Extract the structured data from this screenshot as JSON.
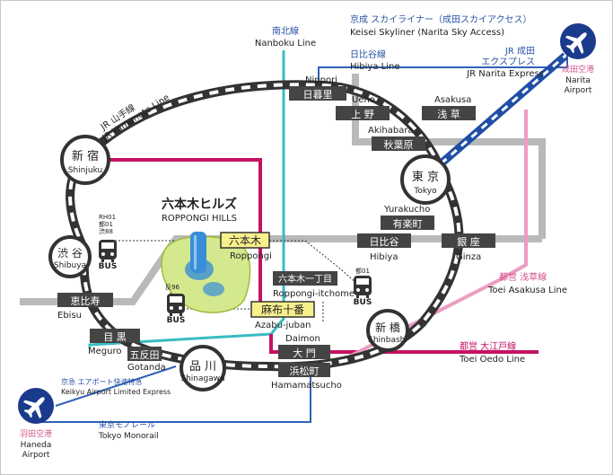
{
  "colors": {
    "frame": "#c8c8c8",
    "jr_ring_outer": "#333333",
    "jr_ring_inner": "#ffffff",
    "gray_line": "#b9b9b9",
    "nanboku": "#3abcc3",
    "keisei": "#2f62b8",
    "narita_express": "#1f4ea6",
    "asakusa": "#ec9cc4",
    "oedo": "#c51163",
    "hibiya_line": "#b9b9b9",
    "bus_route": "#333333",
    "label_blue": "#2a52a6",
    "label_pink": "#d0548a",
    "label_dark": "#222222",
    "hills_green": "#d4e98d",
    "hills_stroke": "#9dbb3a",
    "building_blue": "#3a8dd8",
    "station_box_dark": "#444444",
    "station_box_yellow": "#f7f08c",
    "airport_circle": "#1a3a8c"
  },
  "lines": {
    "jr_yamanote": {
      "ja": "JR 山手線",
      "en": "JR Yamanote Line"
    },
    "nanboku": {
      "ja": "南北線",
      "en": "Nanboku Line"
    },
    "keisei": {
      "ja": "京成 スカイライナー（成田スカイアクセス）",
      "en": "Keisei Skyliner (Narita Sky Access)"
    },
    "hibiya": {
      "ja": "日比谷線",
      "en": "Hibiya Line"
    },
    "narita_express": {
      "ja1": "JR 成田",
      "ja2": "エクスプレス",
      "en": "JR Narita Express"
    },
    "asakusa": {
      "ja": "都営 浅草線",
      "en": "Toei Asakusa Line"
    },
    "oedo": {
      "ja": "都営 大江戸線",
      "en": "Toei Oedo Line"
    },
    "keikyu": {
      "ja": "京急 エアポート快速特急",
      "en": "Keikyu Airport Limited Express"
    },
    "monorail": {
      "ja": "東京モノレール",
      "en": "Tokyo Monorail"
    }
  },
  "stations": {
    "shinjuku": {
      "ja": "新 宿",
      "en": "Shinjuku"
    },
    "shibuya": {
      "ja": "渋 谷",
      "en": "Shibuya"
    },
    "shinagawa": {
      "ja": "品 川",
      "en": "Shinagawa"
    },
    "tokyo": {
      "ja": "東 京",
      "en": "Tokyo"
    },
    "shinbashi": {
      "ja": "新 橋",
      "en": "Shinbashi"
    },
    "nippori": {
      "ja": "日暮里",
      "en": "Nippori"
    },
    "ueno": {
      "ja": "上 野",
      "en": "Ueno"
    },
    "akihabara": {
      "ja": "秋葉原",
      "en": "Akihabara"
    },
    "asakusa": {
      "ja": "浅 草",
      "en": "Asakusa"
    },
    "yurakucho": {
      "ja": "有楽町",
      "en": "Yurakucho"
    },
    "hibiya": {
      "ja": "日比谷",
      "en": "Hibiya"
    },
    "ginza": {
      "ja": "銀 座",
      "en": "Ginza"
    },
    "roppongi": {
      "ja": "六本木",
      "en": "Roppongi"
    },
    "roppongi_itchome": {
      "ja": "六本木一丁目",
      "en": "Roppongi-itchome"
    },
    "azabu_juban": {
      "ja": "麻布十番",
      "en": "Azabu-juban"
    },
    "ebisu": {
      "ja": "恵比寿",
      "en": "Ebisu"
    },
    "meguro": {
      "ja": "目 黒",
      "en": "Meguro"
    },
    "gotanda": {
      "ja": "五反田",
      "en": "Gotanda"
    },
    "daimon": {
      "ja": "大 門",
      "en": "Daimon"
    },
    "hamamatsucho": {
      "ja": "浜松町",
      "en": "Hamamatsucho"
    }
  },
  "roppongi_hills": {
    "ja": "六本木ヒルズ",
    "en": "ROPPONGI HILLS"
  },
  "bus": {
    "label": "BUS",
    "shibuya_routes": [
      "RH01",
      "都01",
      "渋88"
    ],
    "azabu_route": "反96",
    "itchome_route": "都01"
  },
  "airports": {
    "narita": {
      "ja": "成田空港",
      "en1": "Narita",
      "en2": "Airport",
      "icon": "airplane-icon"
    },
    "haneda": {
      "ja": "羽田空港",
      "en1": "Haneda",
      "en2": "Airport",
      "icon": "airplane-icon"
    }
  }
}
